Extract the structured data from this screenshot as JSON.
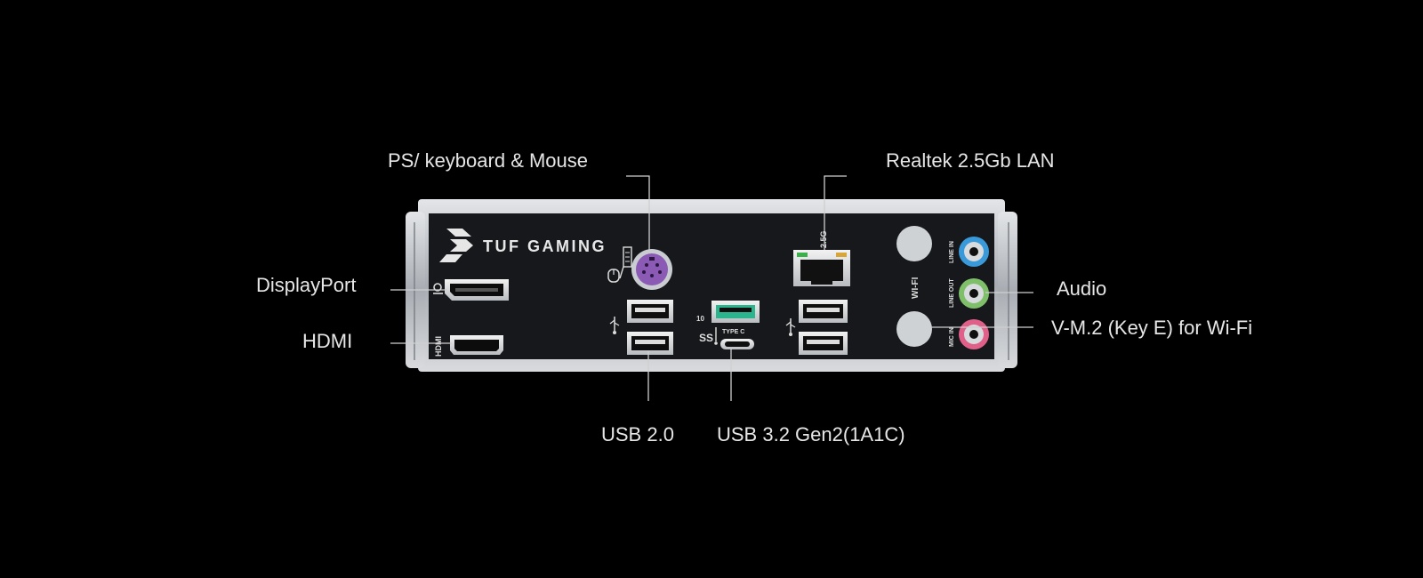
{
  "brand": {
    "logo_text": "TUF GAMING"
  },
  "callouts": {
    "ps2": "PS/ keyboard & Mouse",
    "lan": "Realtek 2.5Gb LAN",
    "displayport": "DisplayPort",
    "hdmi": "HDMI",
    "audio": "Audio",
    "wifi": "V-M.2 (Key E) for Wi-Fi",
    "usb2": "USB 2.0",
    "usb32": "USB 3.2 Gen2(1A1C)"
  },
  "panel_labels": {
    "hdmi": "HDMI",
    "lan_speed": "2.5G",
    "wifi": "WI-FI",
    "line_in": "LINE IN",
    "line_out": "LINE OUT",
    "mic_in": "MIC IN",
    "type_c": "TYPE C",
    "ss_speed": "10"
  },
  "colors": {
    "background": "#000000",
    "panel": "#16181b",
    "frame": "#c9ccd0",
    "ps2_port": "#8a5ab4",
    "usb_gen2": "#2bb58f",
    "line_in": "#3a9ad9",
    "line_out": "#7fbf6a",
    "mic_in": "#e0608a"
  },
  "icons": [
    "tuf-logo-icon",
    "displayport-icon",
    "mouse-keyboard-icon",
    "usb-icon",
    "superspeed-usb-icon"
  ]
}
